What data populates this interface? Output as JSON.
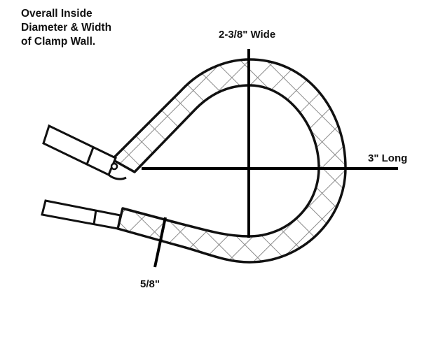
{
  "diagram": {
    "title": "Overall Inside\nDiameter & Width\nof Clamp Wall.",
    "dimensions": {
      "width_label": "2-3/8\" Wide",
      "length_label": "3\" Long",
      "wall_label": "5/8\""
    },
    "colors": {
      "outline": "#111111",
      "hatch": "#8a8a8a",
      "background": "#ffffff"
    },
    "subject": "cushioned loop clamp (P-clamp)"
  }
}
